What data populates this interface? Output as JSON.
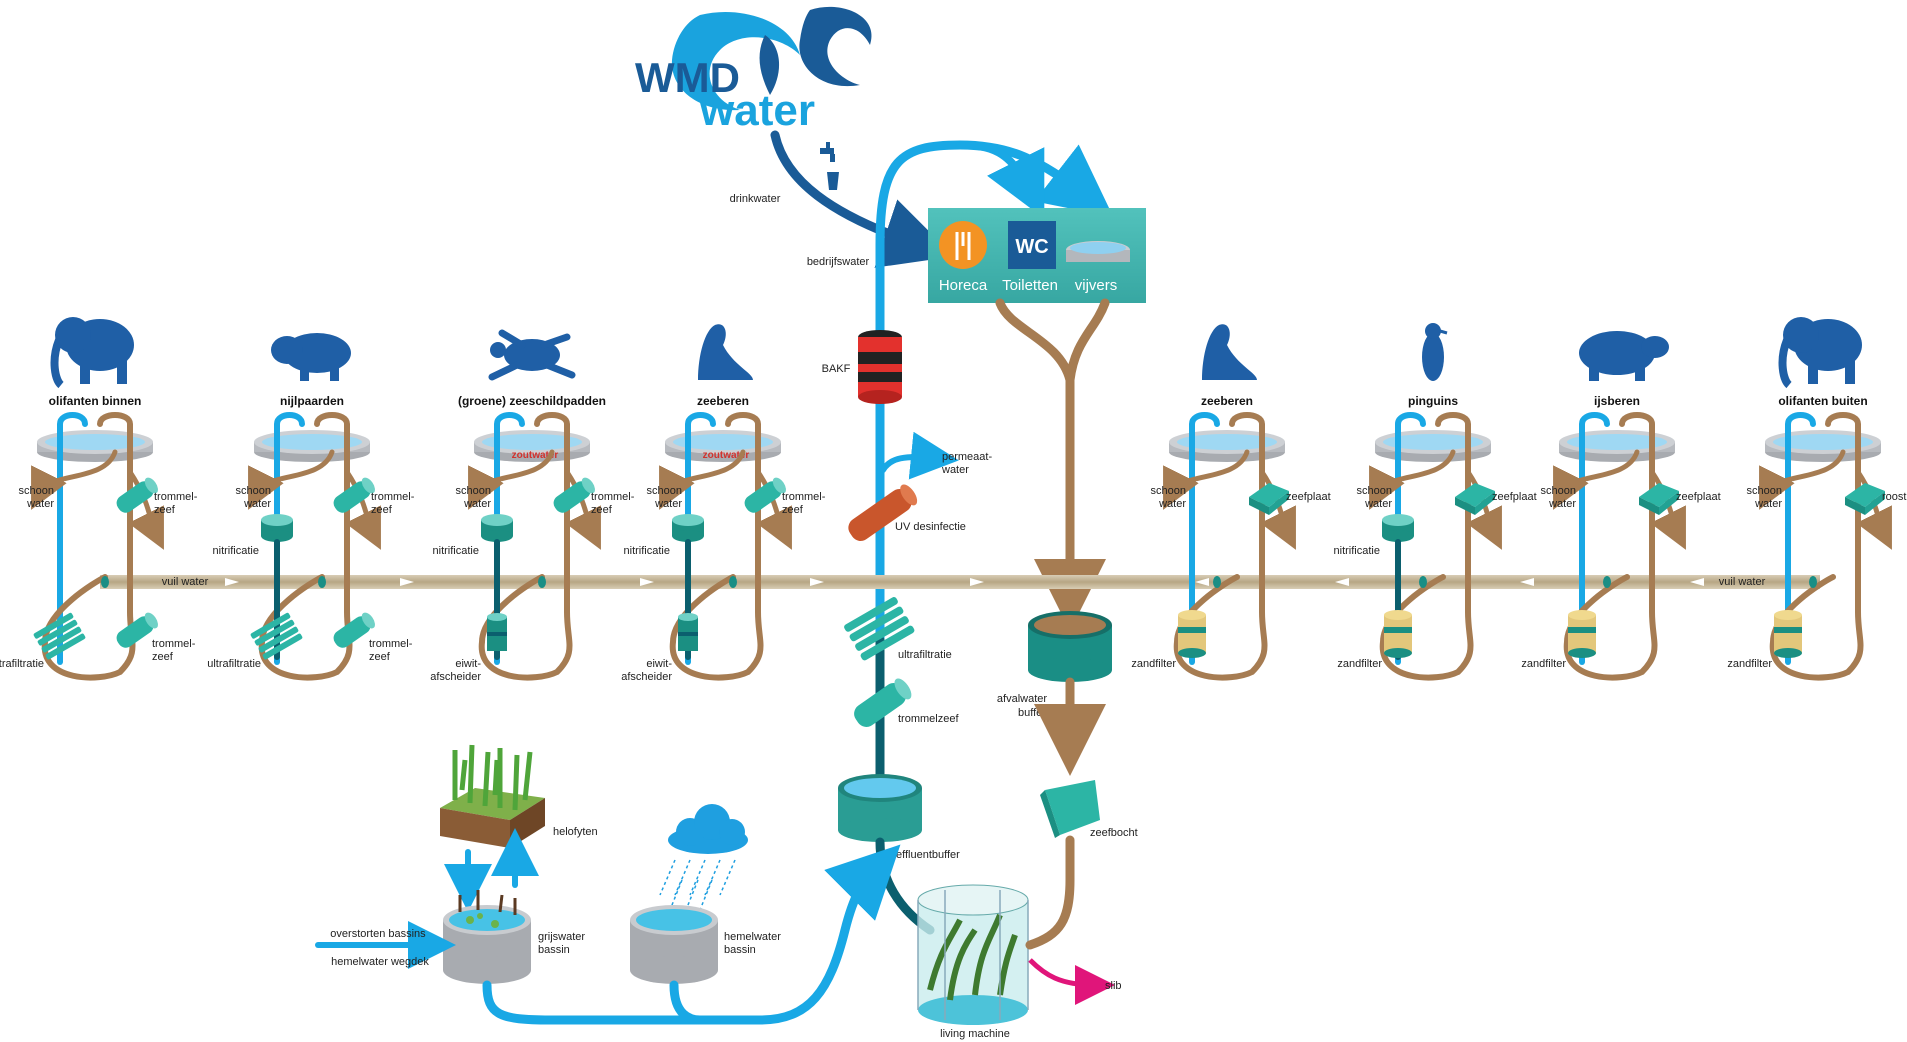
{
  "brand": {
    "line1": "WMD",
    "line2": "water"
  },
  "colors": {
    "clean_water": "#19a8e5",
    "dirty_water": "#a67c52",
    "teal": "#2cb5a5",
    "dark_teal": "#0b5f6e",
    "navy": "#1a5b97",
    "animal": "#1f5fa6",
    "salt_label": "#d2322d",
    "facility_panel": "#45b8b2",
    "sludge": "#e0157a"
  },
  "top_labels": {
    "drinkwater": "drinkwater",
    "bedrijfswater": "bedrijfswater",
    "bakf": "BAKF",
    "permeaat": "permeaat-",
    "permeaat2": "water",
    "uv": "UV desinfectie",
    "ultrafiltratie": "ultrafiltratie",
    "trommelzeef": "trommelzeef",
    "effluentbuffer": "effluentbuffer",
    "afvalwater1": "afvalwater",
    "afvalwater2": "buffer",
    "zeefbocht": "zeefbocht",
    "slib": "slib",
    "living_machine": "living machine",
    "helofyten": "helofyten",
    "grijswater1": "grijswater",
    "grijswater2": "bassin",
    "hemelwater1": "hemelwater",
    "hemelwater2": "bassin",
    "overstorten": "overstorten bassins",
    "wegdek": "hemelwater wegdek",
    "vuil_water_left": "vuil water",
    "vuil_water_right": "vuil water"
  },
  "facilities": [
    {
      "label": "Horeca",
      "icon": "fork-knife-icon"
    },
    {
      "label": "Toiletten",
      "icon": "wc-icon",
      "badge": "WC"
    },
    {
      "label": "vijvers",
      "icon": "pond-icon"
    }
  ],
  "enclosures": [
    {
      "name": "olifanten binnen",
      "animal": "elephant-icon",
      "salt": "",
      "top_left": [
        "schoon",
        "water"
      ],
      "top_right": [
        "trommel-",
        "zeef"
      ],
      "mid_left": "",
      "bottom_left": [
        "ultrafiltratie"
      ],
      "bottom_right": [
        "trommel-",
        "zeef"
      ]
    },
    {
      "name": "nijlpaarden",
      "animal": "hippo-icon",
      "salt": "",
      "top_left": [
        "schoon",
        "water"
      ],
      "top_right": [
        "trommel-",
        "zeef"
      ],
      "mid_left": "nitrificatie",
      "bottom_left": [
        "ultrafiltratie"
      ],
      "bottom_right": [
        "trommel-",
        "zeef"
      ]
    },
    {
      "name": "(groene) zeeschildpadden",
      "animal": "turtle-icon",
      "salt": "zoutwater",
      "top_left": [
        "schoon",
        "water"
      ],
      "top_right": [
        "trommel-",
        "zeef"
      ],
      "mid_left": "nitrificatie",
      "bottom_left": [
        "eiwit-",
        "afscheider"
      ],
      "bottom_right": []
    },
    {
      "name": "zeeberen",
      "animal": "sealion-icon",
      "salt": "zoutwater",
      "top_left": [
        "schoon",
        "water"
      ],
      "top_right": [
        "trommel-",
        "zeef"
      ],
      "mid_left": "nitrificatie",
      "bottom_left": [
        "eiwit-",
        "afscheider"
      ],
      "bottom_right": []
    },
    {
      "name": "zeeberen",
      "animal": "sealion-icon",
      "salt": "",
      "top_left": [
        "schoon",
        "water"
      ],
      "top_right": [
        "zeefplaat"
      ],
      "mid_left": "",
      "bottom_left": [
        "zandfilter"
      ],
      "bottom_right": []
    },
    {
      "name": "pinguins",
      "animal": "penguin-icon",
      "salt": "",
      "top_left": [
        "schoon",
        "water"
      ],
      "top_right": [
        "zeefplaat"
      ],
      "mid_left": "nitrificatie",
      "bottom_left": [
        "zandfilter"
      ],
      "bottom_right": []
    },
    {
      "name": "ijsberen",
      "animal": "polarbear-icon",
      "salt": "",
      "top_left": [
        "schoon",
        "water"
      ],
      "top_right": [
        "zeefplaat"
      ],
      "mid_left": "",
      "bottom_left": [
        "zandfilter"
      ],
      "bottom_right": []
    },
    {
      "name": "olifanten buiten",
      "animal": "elephant-icon",
      "salt": "",
      "top_left": [
        "schoon",
        "water"
      ],
      "top_right": [
        "rooster"
      ],
      "mid_left": "",
      "bottom_left": [
        "zandfilter"
      ],
      "bottom_right": []
    }
  ]
}
